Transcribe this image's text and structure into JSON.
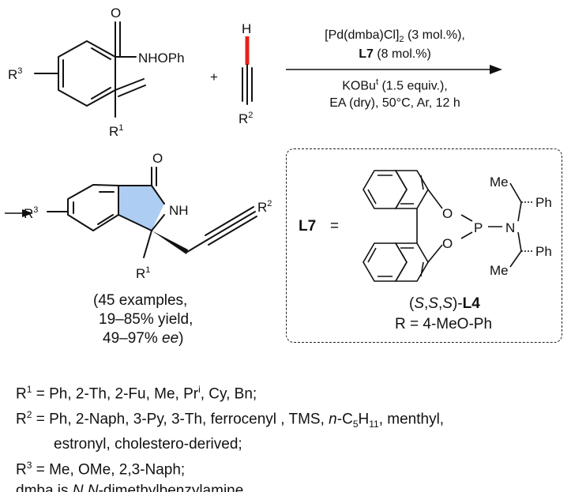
{
  "reagents": {
    "amide_group": "NHOPh",
    "r1": "R",
    "r1_sup": "1",
    "r2": "R",
    "r2_sup": "2",
    "r3": "R",
    "r3_sup": "3",
    "alkyne_h": "H",
    "plus": "+",
    "o_label": "O"
  },
  "conditions": {
    "catalyst_pre": "[Pd(dmba)Cl]",
    "catalyst_sub": "2",
    "catalyst_post": " (3 mol.%),",
    "ligand": "L7",
    "ligand_amount": " (8 mol.%)",
    "base_pre": "KOBu",
    "base_sup": "t",
    "base_post": " (1.5 equiv.),",
    "line4": "EA (dry),  50°C, Ar, 12 h"
  },
  "product": {
    "nh": "NH",
    "o_label": "O",
    "r1": "R",
    "r1_sup": "1",
    "r2": "R",
    "r2_sup": "2",
    "r3": "R",
    "r3_sup": "3",
    "summary_1": "(45 examples,",
    "summary_2": "19–85% yield,",
    "summary_3_num": "49–97% ",
    "summary_3_ee": "ee",
    "summary_3_end": ")"
  },
  "ligand_box": {
    "label": "L7",
    "equals": "=",
    "o1": "O",
    "o2": "O",
    "p": "P",
    "n": "N",
    "me1": "Me",
    "me2": "Me",
    "ph1": "Ph",
    "ph2": "Ph",
    "config_open": "(",
    "config_s1": "S",
    "config_c1": ",",
    "config_s2": "S",
    "config_c2": ",",
    "config_s3": "S",
    "config_close": ")-",
    "config_name": "L4",
    "r_def": "R = 4-MeO-Ph"
  },
  "notes": {
    "r1_label": "R",
    "r1_sup": "1",
    "r1_text": " = Ph, 2-Th, 2-Fu, Me, Pr",
    "r1_i": "i",
    "r1_end": ", Cy, Bn;",
    "r2_label": "R",
    "r2_sup": "2",
    "r2_text": " = Ph, 2-Naph, 3-Py, 3-Th, ferrocenyl , TMS, ",
    "r2_n": "n",
    "r2_c": "-C",
    "r2_c_sub": "5",
    "r2_h": "H",
    "r2_h_sub": "11",
    "r2_end": ", menthyl,",
    "r2_line2": "estronyl,  cholestero-derived;",
    "r3_label": "R",
    "r3_sup": "3",
    "r3_text": " = Me, OMe, 2,3-Naph;",
    "dmba_pre": "dmba is ",
    "dmba_n1": "N",
    "dmba_comma": ",",
    "dmba_n2": "N",
    "dmba_end": "-dimethylbenzylamine"
  },
  "colors": {
    "highlight_bond": "#e8211b",
    "ring_fill": "#aecdf2"
  }
}
